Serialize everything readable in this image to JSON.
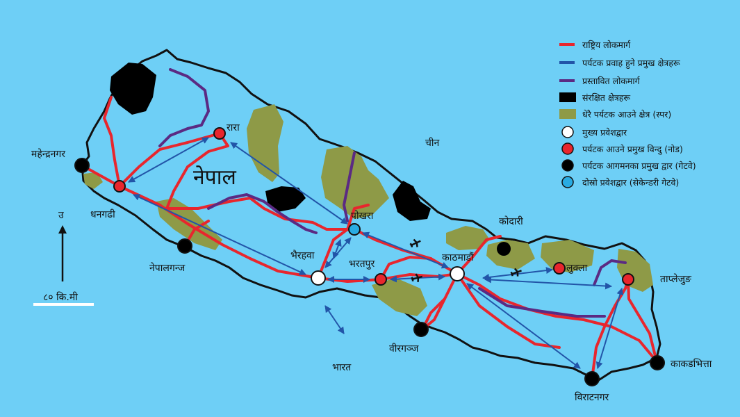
{
  "country_label": "नेपाल",
  "neighbors": {
    "north": "चीन",
    "south": "भारत"
  },
  "north_label": "उ",
  "scale_label": "८० कि.मी",
  "places": {
    "mahendranagar": "महेन्द्रनगर",
    "dhangadhi": "धनगढी",
    "nepalganj": "नेपालगन्ज",
    "rara": "रारा",
    "pokhara": "पोखरा",
    "bhairahawa": "भैरहवा",
    "bharatpur": "भरतपुर",
    "kathmandu": "काठमाडौं",
    "kodari": "कोदारी",
    "lukla": "लुक्ला",
    "taplejung": "ताप्लेजुङ",
    "birgunj": "वीरगञ्ज",
    "biratnagar": "विराटनगर",
    "kakarbhitta": "काकडभित्ता"
  },
  "legend": [
    {
      "label": "राष्ट्रिय लोकमार्ग",
      "symbol": "line",
      "color": "#e8262d"
    },
    {
      "label": "पर्यटक प्रवाह हुने प्रमुख क्षेत्रहरू",
      "symbol": "line",
      "color": "#2255a8"
    },
    {
      "label": "प्रस्तावित लोकमार्ग",
      "symbol": "line",
      "color": "#5b2a83"
    },
    {
      "label": "संरक्षित क्षेत्रहरू",
      "symbol": "box",
      "color": "#000000"
    },
    {
      "label": "धेरै पर्यटक आउने क्षेत्र (स्पर)",
      "symbol": "box",
      "color": "#8e9a47"
    },
    {
      "label": "मुख्य प्रवेशद्वार",
      "symbol": "dot",
      "color": "#ffffff"
    },
    {
      "label": "पर्यटक आउने प्रमुख विन्दु (नोड)",
      "symbol": "dot",
      "color": "#e8262d"
    },
    {
      "label": "पर्यटक आगमनका प्रमुख द्वार (गेटवे)",
      "symbol": "dot",
      "color": "#000000"
    },
    {
      "label": "दोस्रो प्रवेशद्वार (सेकेन्डरी गेटवे)",
      "symbol": "dot",
      "color": "#29abe2"
    }
  ],
  "colors": {
    "sea": "#6ecff6",
    "highway": "#e8262d",
    "tourist_flow": "#2255a8",
    "proposed_highway": "#5b2a83",
    "protected": "#000000",
    "tourist_area": "#8e9a47"
  }
}
